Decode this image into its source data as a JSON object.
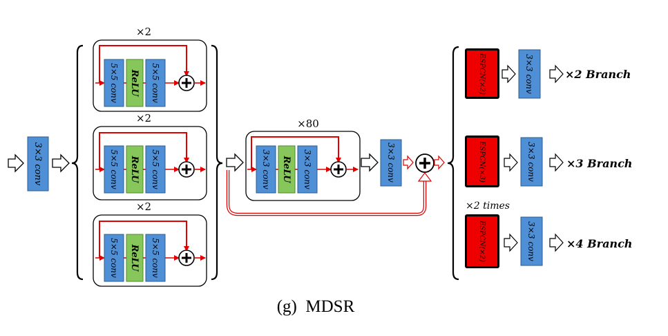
{
  "diagram": {
    "caption": "(g)  MDSR",
    "input_conv": "3×3 conv",
    "pre_blocks": [
      {
        "repeat": "×2",
        "conv_a": "5×5 conv",
        "relu": "ReLU",
        "conv_b": "5×5 conv"
      },
      {
        "repeat": "×2",
        "conv_a": "5×5 conv",
        "relu": "ReLU",
        "conv_b": "5×5 conv"
      },
      {
        "repeat": "×2",
        "conv_a": "5×5 conv",
        "relu": "ReLU",
        "conv_b": "5×5 conv"
      }
    ],
    "main_block": {
      "repeat": "×80",
      "conv_a": "3×3 conv",
      "relu": "ReLU",
      "conv_b": "3×3 conv"
    },
    "post_conv": "3×3 conv",
    "branches": [
      {
        "upsampler": "ESPCN(×2)",
        "conv": "3×3 conv",
        "output": "×2 Branch",
        "note": ""
      },
      {
        "upsampler": "ESPCN(×3)",
        "conv": "3×3 conv",
        "output": "×3 Branch",
        "note": ""
      },
      {
        "upsampler": "ESPCN(×2)",
        "conv": "3×3 conv",
        "output": "×4 Branch",
        "note": "×2 times"
      }
    ],
    "colors": {
      "conv": "#4f8fd6",
      "relu": "#86c65a",
      "espcn": "#ee0000",
      "skip": "#e00000"
    }
  }
}
